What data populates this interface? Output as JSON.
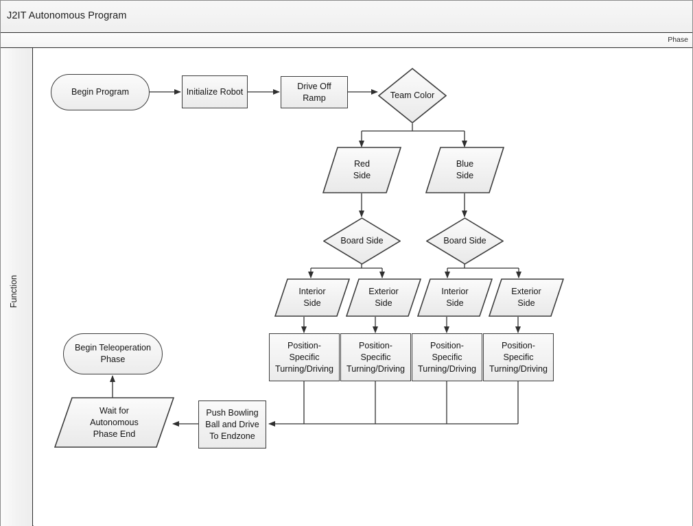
{
  "window": {
    "title": "J2IT Autonomous Program",
    "phase_header": "Phase",
    "lane_label": "Function"
  },
  "colors": {
    "shape_fill_top": "#fafafa",
    "shape_fill_bottom": "#ebebeb",
    "shape_stroke": "#3b3b3b",
    "connector": "#2f2f2f",
    "canvas_bg": "#ffffff",
    "chrome_bg": "#f1f1f1"
  },
  "diagram": {
    "type": "flowchart",
    "nodes": [
      {
        "id": "begin_program",
        "label": "Begin Program",
        "shape": "stadium"
      },
      {
        "id": "initialize_robot",
        "label": "Initialize Robot",
        "shape": "rectangle"
      },
      {
        "id": "drive_off_ramp",
        "label": "Drive Off\nRamp",
        "shape": "rectangle"
      },
      {
        "id": "team_color",
        "label": "Team Color",
        "shape": "diamond"
      },
      {
        "id": "red_side",
        "label": "Red\nSide",
        "shape": "parallelogram"
      },
      {
        "id": "blue_side",
        "label": "Blue\nSide",
        "shape": "parallelogram"
      },
      {
        "id": "board_side_red",
        "label": "Board Side",
        "shape": "diamond"
      },
      {
        "id": "board_side_blue",
        "label": "Board Side",
        "shape": "diamond"
      },
      {
        "id": "interior_side_r",
        "label": "Interior\nSide",
        "shape": "parallelogram"
      },
      {
        "id": "exterior_side_r",
        "label": "Exterior\nSide",
        "shape": "parallelogram"
      },
      {
        "id": "interior_side_b",
        "label": "Interior\nSide",
        "shape": "parallelogram"
      },
      {
        "id": "exterior_side_b",
        "label": "Exterior\nSide",
        "shape": "parallelogram"
      },
      {
        "id": "pos_specific_1",
        "label": "Position-\nSpecific\nTurning/Driving",
        "shape": "rectangle"
      },
      {
        "id": "pos_specific_2",
        "label": "Position-\nSpecific\nTurning/Driving",
        "shape": "rectangle"
      },
      {
        "id": "pos_specific_3",
        "label": "Position-\nSpecific\nTurning/Driving",
        "shape": "rectangle"
      },
      {
        "id": "pos_specific_4",
        "label": "Position-\nSpecific\nTurning/Driving",
        "shape": "rectangle"
      },
      {
        "id": "push_bowling",
        "label": "Push Bowling\nBall and Drive\nTo Endzone",
        "shape": "rectangle"
      },
      {
        "id": "wait_auto_end",
        "label": "Wait for\nAutonomous\nPhase End",
        "shape": "parallelogram"
      },
      {
        "id": "begin_teleop",
        "label": "Begin Teleoperation\nPhase",
        "shape": "stadium"
      }
    ],
    "edges": [
      {
        "from": "begin_program",
        "to": "initialize_robot"
      },
      {
        "from": "initialize_robot",
        "to": "drive_off_ramp"
      },
      {
        "from": "drive_off_ramp",
        "to": "team_color"
      },
      {
        "from": "team_color",
        "to": "red_side"
      },
      {
        "from": "team_color",
        "to": "blue_side"
      },
      {
        "from": "red_side",
        "to": "board_side_red"
      },
      {
        "from": "blue_side",
        "to": "board_side_blue"
      },
      {
        "from": "board_side_red",
        "to": "interior_side_r"
      },
      {
        "from": "board_side_red",
        "to": "exterior_side_r"
      },
      {
        "from": "board_side_blue",
        "to": "interior_side_b"
      },
      {
        "from": "board_side_blue",
        "to": "exterior_side_b"
      },
      {
        "from": "interior_side_r",
        "to": "pos_specific_1"
      },
      {
        "from": "exterior_side_r",
        "to": "pos_specific_2"
      },
      {
        "from": "interior_side_b",
        "to": "pos_specific_3"
      },
      {
        "from": "exterior_side_b",
        "to": "pos_specific_4"
      },
      {
        "from": "pos_specific_1",
        "to": "push_bowling"
      },
      {
        "from": "pos_specific_2",
        "to": "push_bowling"
      },
      {
        "from": "pos_specific_3",
        "to": "push_bowling"
      },
      {
        "from": "pos_specific_4",
        "to": "push_bowling"
      },
      {
        "from": "push_bowling",
        "to": "wait_auto_end"
      },
      {
        "from": "wait_auto_end",
        "to": "begin_teleop"
      }
    ]
  }
}
